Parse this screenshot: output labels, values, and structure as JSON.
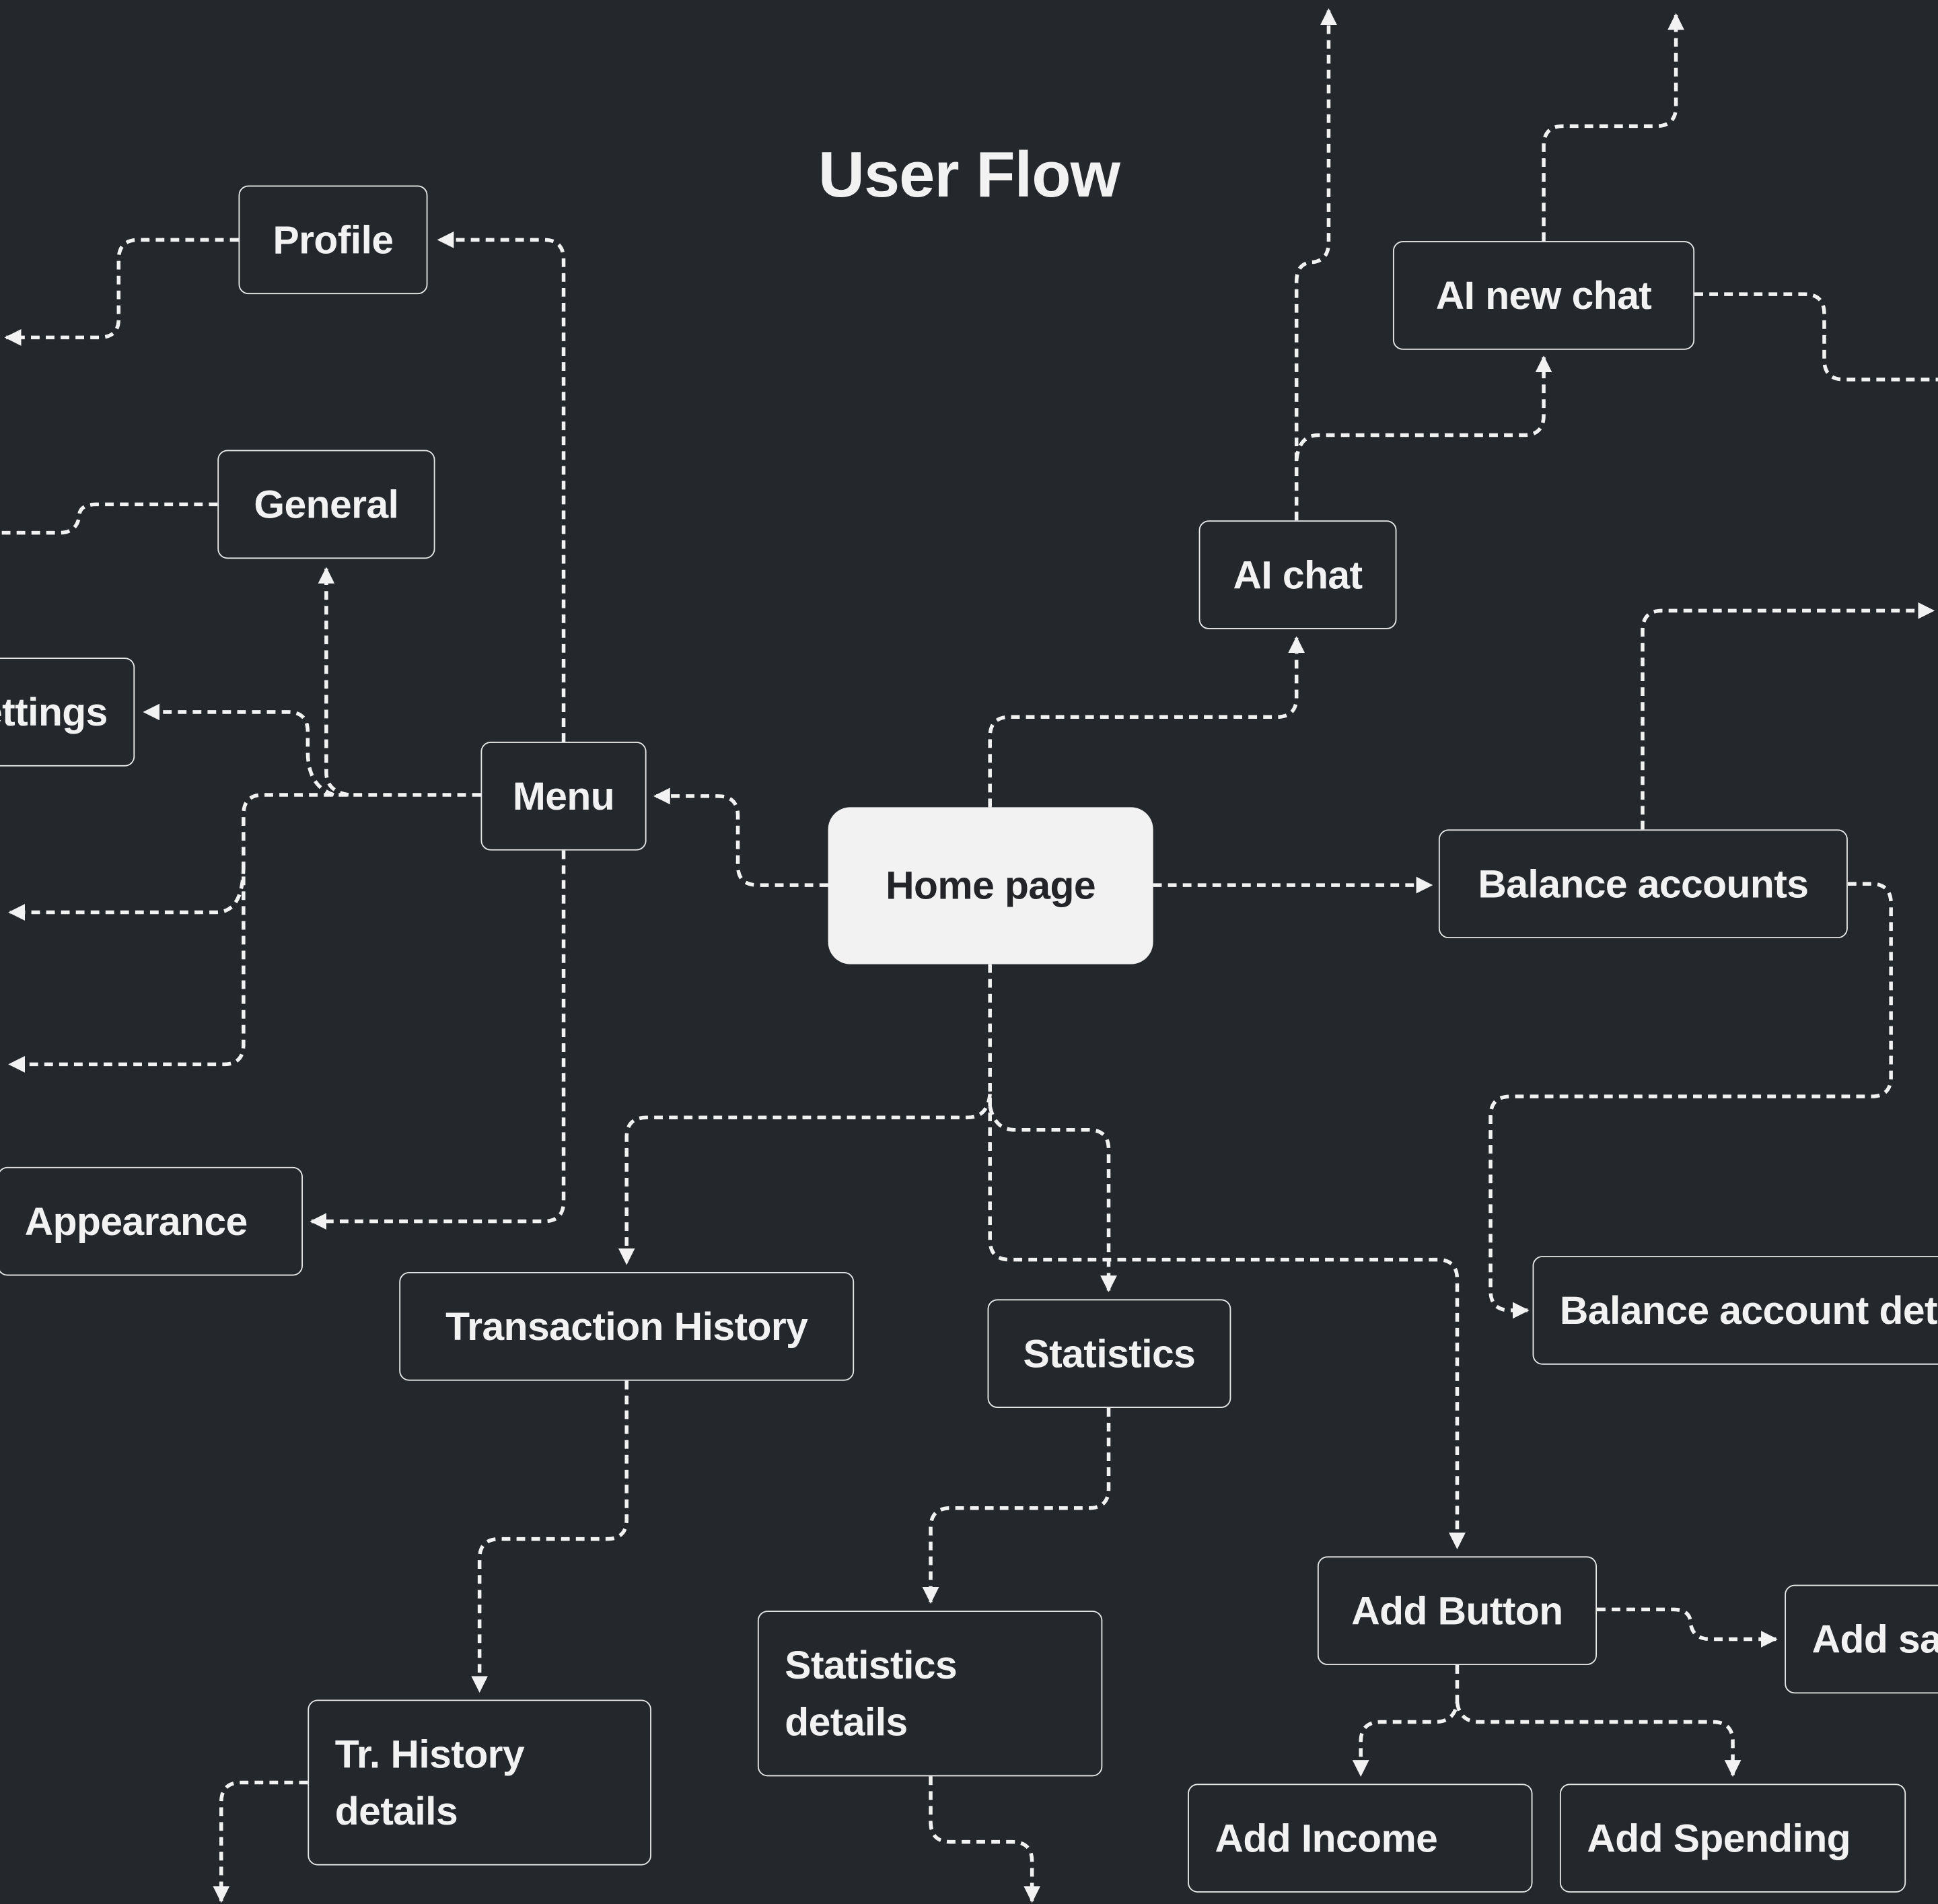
{
  "title": "User Flow",
  "nodes": {
    "profile": "Profile",
    "general": "General",
    "settings": "Settings",
    "menu": "Menu",
    "appearance": "Appearance",
    "home": "Home page",
    "ai_chat": "AI chat",
    "ai_new_chat": "AI new chat",
    "balance_accounts": "Balance accounts",
    "balance_account_details": "Balance account details",
    "transaction_history": "Transaction History",
    "statistics": "Statistics",
    "statistics_details": [
      "Statistics",
      "details"
    ],
    "tr_history_details": [
      "Tr. History",
      "details"
    ],
    "add_button": "Add Button",
    "add_savings": "Add savings",
    "add_income": "Add Income",
    "add_spending": "Add Spending"
  },
  "colors": {
    "background": "#24272c",
    "line": "#f2f2f2",
    "home_fill": "#f2f2f2",
    "home_text": "#222428"
  }
}
